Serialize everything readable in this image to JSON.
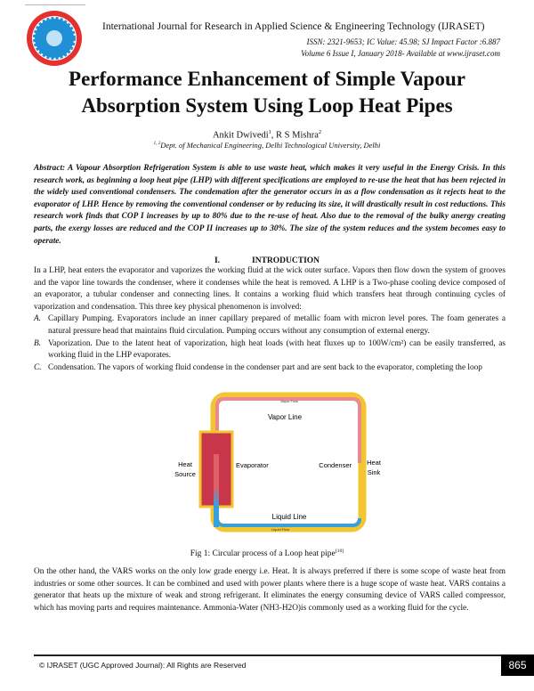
{
  "header": {
    "journal": "International Journal for Research in Applied Science & Engineering Technology (IJRASET)",
    "issn": "ISSN: 2321-9653; IC Value: 45.98; SJ Impact Factor :6.887",
    "volume": "Volume 6 Issue I, January 2018- Available at www.ijraset.com",
    "logo_text": "IJRASET"
  },
  "title_line1": "Performance Enhancement of Simple Vapour",
  "title_line2": "Absorption System Using Loop Heat Pipes",
  "authors": {
    "a1": "Ankit Dwivedi",
    "a1_sup": "1",
    "sep": ", R S Mishra",
    "a2_sup": "2"
  },
  "affiliation": {
    "sup": "1, 2",
    "text": "Dept. of Mechanical Engineering, Delhi Technological University, Delhi"
  },
  "abstract": "Abstract: A Vapour Absorption Refrigeration System is able to use waste heat, which makes it very useful in the Energy Crisis. In this research work, as beginning a loop heat pipe (LHP) with different specifications are employed to re-use the heat that has been rejected in the widely used conventional condensers. The condemation after the generator occurs in as a flow condensation as it rejects heat to the evaporator of LHP. Hence by removing the conventional condenser or by reducing its size, it will drastically result in cost reductions.  This research work finds that COP I increases by up to 80% due to the re-use of heat. Also due to the removal of the bulky anergy creating parts, the exergy losses are reduced and the COP II increases up to 30%. The size of the system reduces and the system becomes easy to operate.",
  "section": {
    "number": "I.",
    "title": "INTRODUCTION"
  },
  "intro": "In a LHP, heat enters the evaporator and vaporizes the working fluid at the wick outer surface. Vapors then flow down the system of grooves and the vapor line towards the condenser, where it condenses while the heat is removed. A LHP is a Two-phase cooling device composed of an evaporator, a tubular condenser and connecting lines. It contains a working fluid which transfers heat through continuing cycles of vaporization and condensation. This three key physical phenomenon is involved:",
  "list": [
    {
      "label": "A.",
      "text": "Capillary Pumping. Evaporators include an inner capillary prepared of metallic foam with micron level pores. The foam generates a natural pressure head that maintains fluid circulation. Pumping occurs without any consumption of external energy."
    },
    {
      "label": "B.",
      "text": "Vaporization. Due to the latent heat of vaporization, high heat loads (with heat fluxes up to 100W/cm²) can be easily transferred, as working fluid in the LHP evaporates."
    },
    {
      "label": "C.",
      "text": "Condensation. The vapors of working fluid condense in the condenser part and are sent back to the evaporator, completing the loop"
    }
  ],
  "figure": {
    "vapor_flow": "Vapor Flow",
    "vapor_line": "Vapor Line",
    "heat_source_1": "Heat",
    "heat_source_2": "Source",
    "evaporator": "Evaporator",
    "condenser": "Condenser",
    "heat_sink_1": "Heat",
    "heat_sink_2": "Sink",
    "liquid_line": "Liquid Line",
    "liquid_flow": "Liquid Flow",
    "colors": {
      "vapor": "#e0606a",
      "liquid": "#3aa0dc",
      "pipe": "#f2c531",
      "evaporator": "#c8364a"
    }
  },
  "caption": {
    "text": "Fig 1: Circular process of a Loop heat pipe",
    "ref": "[10]"
  },
  "para2": "On the other hand, the VARS works on the only low grade energy i.e. Heat. It is always preferred if there is some scope of waste heat from industries or some other sources. It can be combined and used with power plants where there is a huge scope of waste heat. VARS contains a generator that heats up the mixture of weak and strong refrigerant. It eliminates the energy consuming device of VARS called compressor, which has moving parts and requires maintenance. Ammonia-Water (NH3-H2O)is commonly used as a working fluid for the cycle.",
  "footer": {
    "copyright": "© IJRASET (UGC Approved Journal): All Rights are Reserved",
    "page": "865"
  }
}
